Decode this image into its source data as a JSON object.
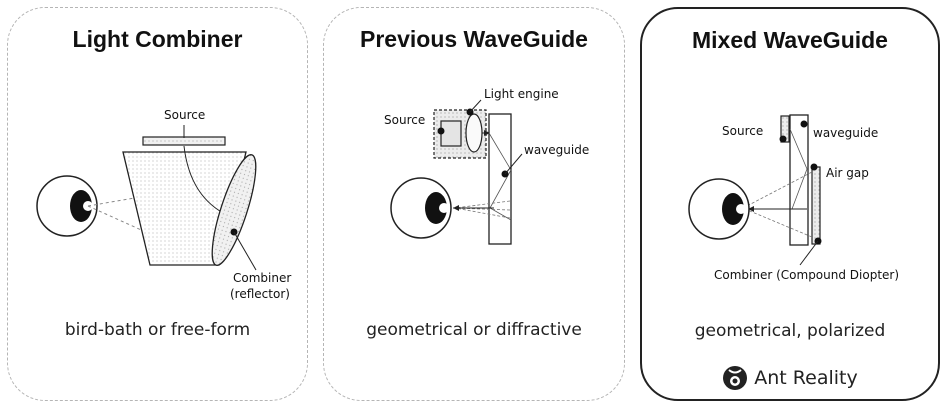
{
  "panels": [
    {
      "title": "Light Combiner",
      "caption": "bird-bath or free-form",
      "labels": {
        "source": "Source",
        "combiner": "Combiner",
        "combiner_sub": "(reflector)"
      }
    },
    {
      "title": "Previous WaveGuide",
      "caption": "geometrical or diffractive",
      "labels": {
        "light_engine": "Light engine",
        "source": "Source",
        "waveguide": "waveguide"
      }
    },
    {
      "title": "Mixed WaveGuide",
      "caption": "geometrical, polarized",
      "labels": {
        "source": "Source",
        "waveguide": "waveguide",
        "air_gap": "Air gap",
        "combiner": "Combiner (Compound Diopter)"
      }
    }
  ],
  "brand": {
    "name": "Ant Reality",
    "logo_icon": "ant-reality-logo-icon"
  }
}
